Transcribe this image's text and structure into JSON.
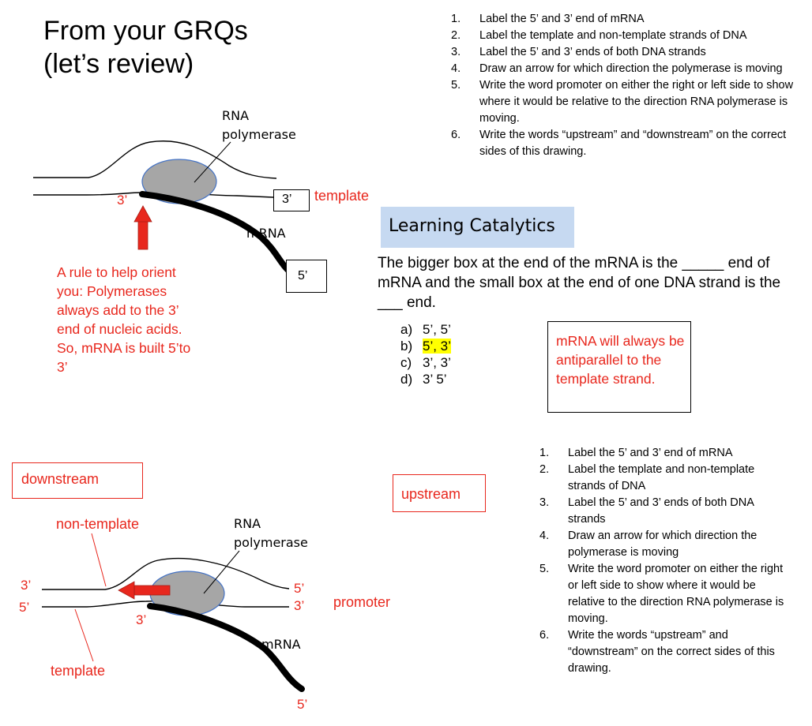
{
  "title": {
    "line1": "From your GRQs",
    "line2": "(let’s review)"
  },
  "instructions_top": [
    {
      "num": "1.",
      "text": "Label the 5’ and 3’ end of mRNA"
    },
    {
      "num": "2.",
      "text": "Label the template and non-template strands of DNA"
    },
    {
      "num": "3.",
      "text": "Label the 5’ and 3’ ends of both DNA strands"
    },
    {
      "num": "4.",
      "text": "Draw an arrow for which direction the polymerase is moving"
    },
    {
      "num": "5.",
      "text": "Write the word promoter on either the right or left side to show where it would be relative to the direction RNA polymerase is moving."
    },
    {
      "num": "6.",
      "text": "Write the words “upstream” and “downstream” on the correct sides of this drawing."
    }
  ],
  "instructions_bottom": [
    {
      "num": "1.",
      "text": "Label the 5’ and 3’ end of mRNA"
    },
    {
      "num": "2.",
      "text": "Label the template and non-template strands of DNA"
    },
    {
      "num": "3.",
      "text": "Label the 5’ and 3’ ends of both DNA strands"
    },
    {
      "num": "4.",
      "text": "Draw an arrow for which direction the polymerase is moving"
    },
    {
      "num": "5.",
      "text": "Write the word promoter on either the right or left side to show where it would be relative to the direction RNA polymerase is moving."
    },
    {
      "num": "6.",
      "text": "Write the words “upstream” and “downstream” on the correct sides of this drawing."
    }
  ],
  "diagram_top": {
    "rna_pol_line1": "RNA",
    "rna_pol_line2": "polymerase",
    "mrna_label": "mRNA",
    "mrna_3_end": "3’",
    "box_small": "3’",
    "box_big": "5’",
    "template_label": "template",
    "rule_text": "A rule to help orient you: Polymerases always add to the 3’ end of nucleic acids. So, mRNA is built 5’to 3’"
  },
  "learning_catalytics": {
    "banner": "Learning Catalytics",
    "question": "The bigger box at the end of the mRNA is the _____ end of mRNA and the small box at the end of one DNA strand is the ___ end.",
    "options": [
      {
        "key": "a)",
        "text": "5’, 5’",
        "highlighted": false
      },
      {
        "key": "b)",
        "text": "5’, 3’",
        "highlighted": true
      },
      {
        "key": "c)",
        "text": "3’, 3’",
        "highlighted": false
      },
      {
        "key": "d)",
        "text": "3’ 5’",
        "highlighted": false
      }
    ],
    "note": "mRNA will always be antiparallel to the template strand."
  },
  "diagram_bottom": {
    "downstream": "downstream",
    "upstream": "upstream",
    "non_template": "non-template",
    "template": "template",
    "rna_pol_line1": "RNA",
    "rna_pol_line2": "polymerase",
    "mrna_label": "mRNA",
    "left_top_3": "3’",
    "left_bottom_5": "5’",
    "right_top_5": "5’",
    "right_bottom_3": "3’",
    "mrna_3": "3’",
    "mrna_5": "5’",
    "promoter": "promoter"
  },
  "colors": {
    "accent_red": "#e8271d",
    "highlight": "#ffff00",
    "banner_blue": "#c6d9f1",
    "polymerase_fill": "#a6a6a6",
    "polymerase_stroke": "#4472c4"
  }
}
